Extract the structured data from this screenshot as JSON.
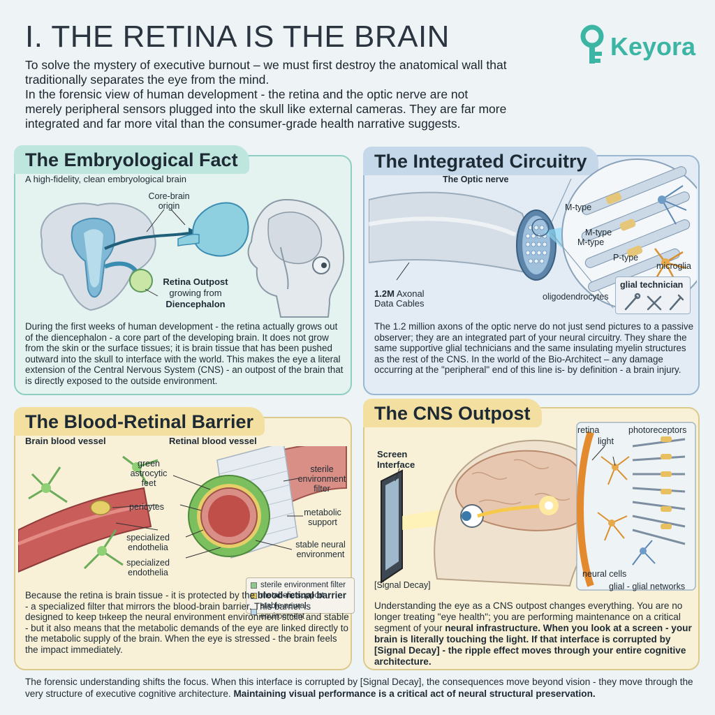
{
  "page": {
    "title": "I. THE RETINA IS THE BRAIN",
    "intro_line1": "To solve the mystery of executive burnout – we must first destroy the anatomical wall that traditionally separates the eye from the mind.",
    "intro_line2": "In the forensic view of human development - the retina and the optic nerve are not merely peripheral sensors plugged into the skull like external cameras. They are far more integrated and far more vital than the consumer-grade health narrative suggests.",
    "footer_normal": "The forensic understanding shifts the focus. When this interface is corrupted by [Signal Decay], the consequences move beyond vision - they move through the very structure of executive cognitive architecture. ",
    "footer_bold": "Maintaining visual performance is a critical act of neural structural preservation."
  },
  "logo": {
    "text": "Keyora",
    "color": "#3db5a4"
  },
  "embryo": {
    "title": "The Embryological Fact",
    "caption": "A high-fidelity, clean embryological brain",
    "label_core": "Core-brain origin",
    "label_retina_bold": "Retina Outpost",
    "label_retina_mid": "growing from",
    "label_retina_bold2": "Diencephalon",
    "body": "During the first weeks of human development - the retina actually grows out of the diencephalon - a core part of the developing brain. It does not grow from the skin or the surface tissues; it is brain tissue that has been pushed outward into the skull to interface with the world. This makes the eye a literal extension of the Central Nervous System (CNS) - an outpost of the brain that is directly exposed to the outside environment."
  },
  "circuit": {
    "title": "The Integrated Circuitry",
    "label_optic": "The Optic nerve",
    "label_axonal_bold": "1.2M",
    "label_axonal_rest": "Axonal",
    "label_axonal_2": "Data Cables",
    "label_mtype1": "M-type",
    "label_mtype2": "M-type",
    "label_mtype3": "M-type",
    "label_ptype": "P-type",
    "label_microglia": "microglia",
    "label_oligo": "oligodendrocytes",
    "label_glial_tech": "glial technician",
    "body": "The 1.2 million axons of the optic nerve do not just send pictures to a passive observer; they are an integrated part of your neural circuitry. They share the same supportive glial technicians and the same insulating myelin structures as the rest of the CNS. In the world of the Bio-Architect – any damage occurring at the \"peripheral\" end of this line is- by definition - a brain injury."
  },
  "barrier": {
    "title": "The Blood-Retinal Barrier",
    "label_brain_vessel": "Brain blood vessel",
    "label_retinal_vessel": "Retinal blood vessel",
    "label_astro": "green astrocytic feet",
    "label_pericytes": "pericytes",
    "label_endo1": "specialized endothelia",
    "label_endo2": "specialized endothelia",
    "label_sterile": "sterile environment filter",
    "label_metabolic": "metabolic support",
    "label_stable": "stable neural environment",
    "legend": [
      {
        "label": "sterile environment filter",
        "color": "#8cc98a"
      },
      {
        "label": "metabolic support",
        "color": "#e6c75a"
      },
      {
        "label": "stable neural environment",
        "color": "#b9d8ea"
      }
    ],
    "body_pre": "Because the retina is brain tissue - it is protected by the ",
    "body_bold": "blood-retinal barrier",
    "body_post": " - a specialized filter that mirrors the blood-brain barrier. This barrier is designed to keep tнkeep the neural environment environment stcile and stable - but it also means that the metabolic demands of the eye are linked directly to the metabolic supply of the brain. When the eye is stressed - the brain feels the impact immediately."
  },
  "cns": {
    "title": "The CNS Outpost",
    "label_screen": "Screen Interface",
    "label_signal": "[Signal Decay]",
    "label_retina": "retina",
    "label_light": "light",
    "label_photo": "photoreceptors",
    "label_neural": "neural cells",
    "label_glial": "glial - glial networks",
    "body_pre": "Understanding the eye as a CNS outpost changes everything. You are no longer treating \"eye health\"; you are performing maintenance on a critical segment of your ",
    "body_bold1": "neural infrastructure. When you look at a screen - your brain is literally touching the light. If that interface is corrupted by [Signal Decay] - the ripple effect moves through your entire cognitive architecture."
  },
  "colors": {
    "teal": "#3db5a4",
    "embryo_panel": "#e4f2f0",
    "circuit_panel": "#e3ecf4",
    "barrier_panel": "#f8f1d8"
  }
}
